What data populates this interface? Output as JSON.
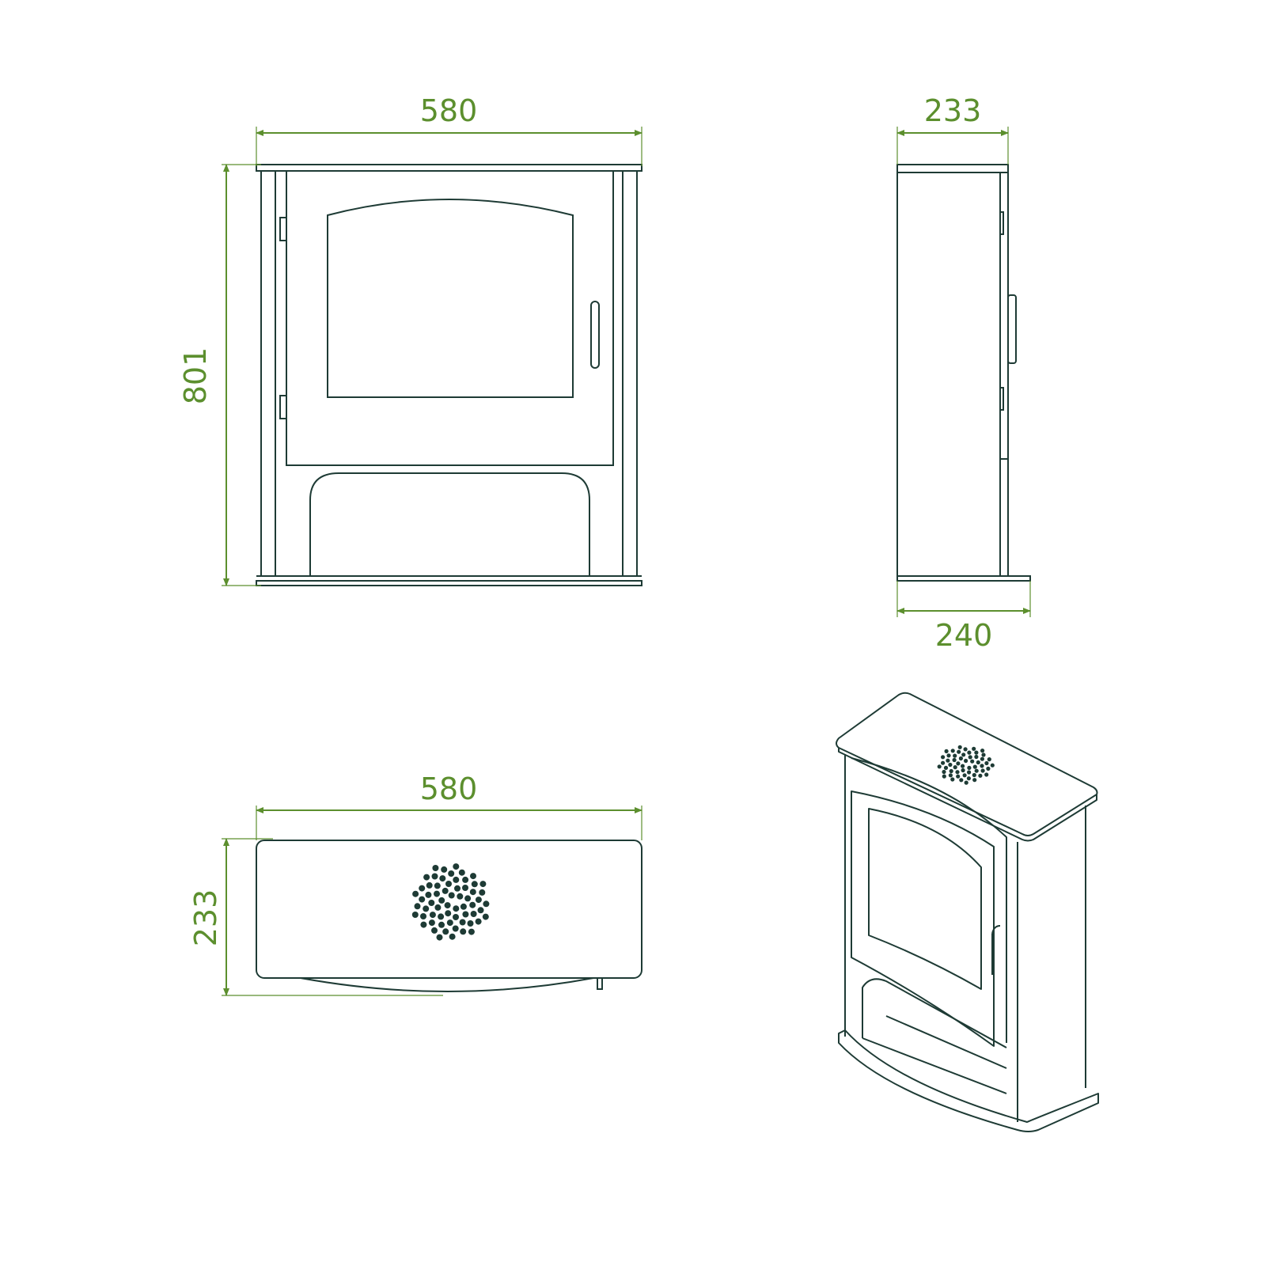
{
  "colors": {
    "line": "#1e3b35",
    "dimension": "#5c8f2e",
    "background": "#ffffff"
  },
  "front_view": {
    "width_label": "580",
    "height_label": "801"
  },
  "side_view": {
    "top_depth_label": "233",
    "base_depth_label": "240"
  },
  "top_view": {
    "width_label": "580",
    "depth_label": "233"
  },
  "isometric_view": {}
}
